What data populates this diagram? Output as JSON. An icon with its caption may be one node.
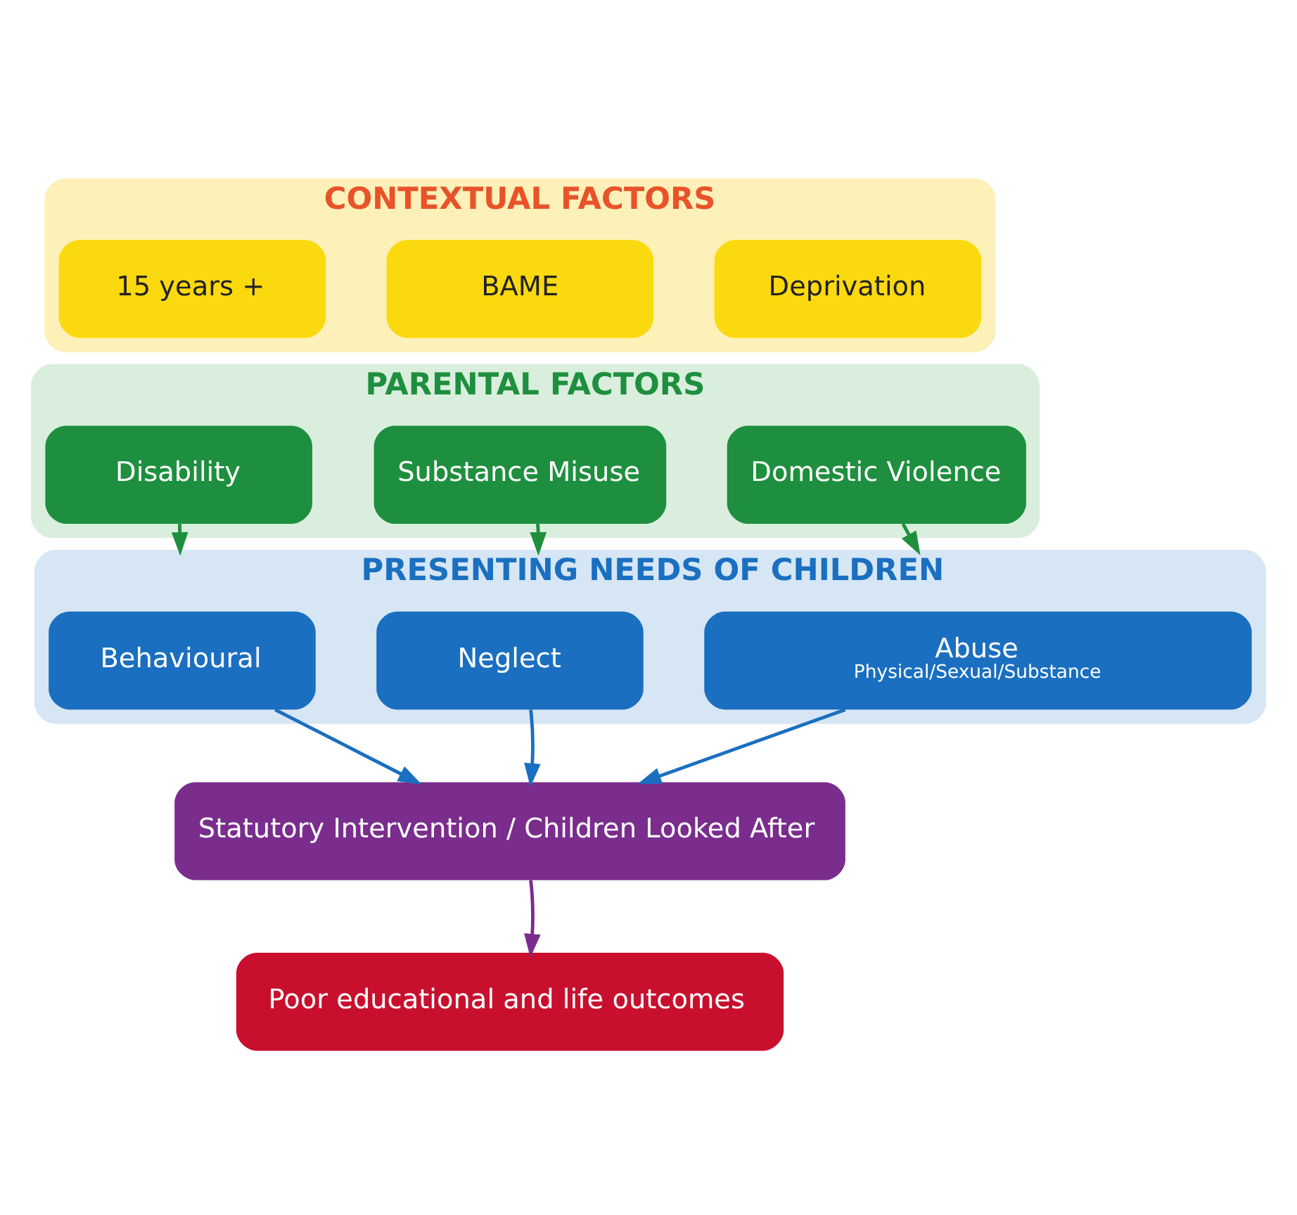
{
  "diagram": {
    "nodes": [
      {
        "text": [
          "CONTEXTUAL FACTORS"
        ]
      },
      {
        "text": [
          "Deprivation"
        ],
        "in": 0
      },
      {
        "text": [
          "BAME"
        ],
        "in": 0
      },
      {
        "text": [
          "15 years +"
        ],
        "in": 0
      },
      {
        "text": [
          "PARENTAL FACTORS"
        ]
      },
      {
        "text": [
          "Domestic Violence"
        ],
        "in": 4
      },
      {
        "text": [
          "Substance Misuse"
        ],
        "in": 4
      },
      {
        "text": [
          "Disability"
        ],
        "in": 4
      },
      {
        "text": [
          "PRESENTING NEEDS OF CHILDREN"
        ]
      },
      {
        "text": [
          "Abuse",
          "Physical/Sexual/Substance"
        ],
        "in": 8
      },
      {
        "text": [
          "Neglect"
        ],
        "in": 8
      },
      {
        "text": [
          "Behavioural"
        ],
        "in": 8
      },
      {
        "text": [
          "Statutory Intervention / Children Looked After"
        ]
      },
      {
        "text": [
          "Poor educational and life outcomes"
        ]
      }
    ],
    "edges": [
      {
        "from": 5,
        "to": 8,
        "arrow": "to",
        "color": "#1e8f3e"
      },
      {
        "from": 6,
        "to": 8,
        "arrow": "to",
        "color": "#1e8f3e"
      },
      {
        "from": 7,
        "to": 8,
        "arrow": "to",
        "color": "#1e8f3e"
      },
      {
        "from": 9,
        "to": 12,
        "arrow": "to",
        "color": "#1a6fc0"
      },
      {
        "from": 10,
        "to": 12,
        "arrow": "to",
        "color": "#1a6fc0"
      },
      {
        "from": 11,
        "to": 12,
        "arrow": "to",
        "color": "#1a6fc0"
      },
      {
        "from": 12,
        "to": 13,
        "arrow": "to",
        "color": "#7a2d8c"
      }
    ]
  }
}
